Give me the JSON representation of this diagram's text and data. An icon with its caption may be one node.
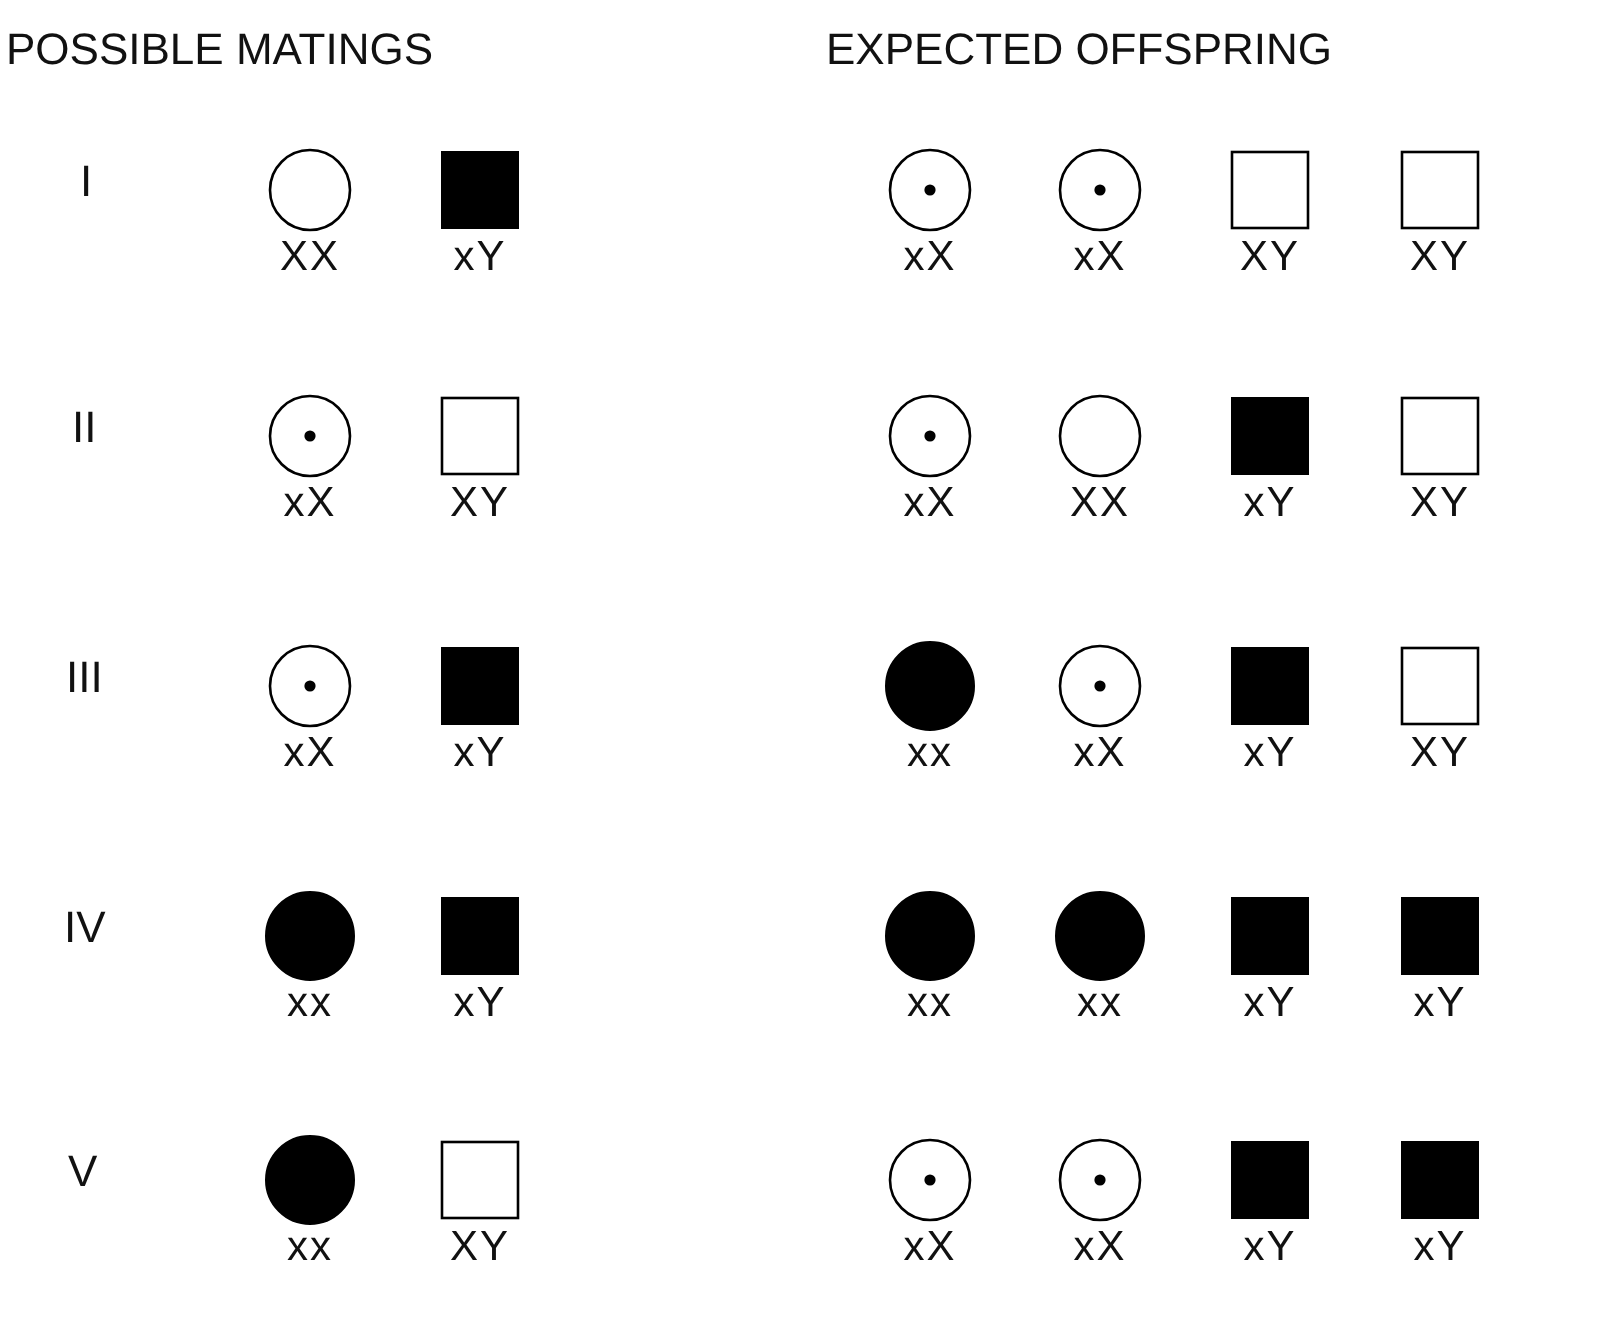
{
  "diagram": {
    "nodes": [
      {
        "text": [],
        "shape": "circle",
        "beside": [
          "XX"
        ]
      },
      {
        "text": [],
        "shape": "filled-square",
        "beside": [
          "xY"
        ]
      },
      {
        "text": [],
        "shape": "dot-circle",
        "beside": [
          "xX"
        ]
      },
      {
        "text": [],
        "shape": "dot-circle",
        "beside": [
          "xX"
        ]
      },
      {
        "text": [],
        "shape": "square",
        "beside": [
          "XY"
        ]
      },
      {
        "text": [],
        "shape": "square",
        "beside": [
          "XY"
        ]
      },
      {
        "text": [],
        "shape": "dot-circle",
        "beside": [
          "xX"
        ]
      },
      {
        "text": [],
        "shape": "square",
        "beside": [
          "XY"
        ]
      },
      {
        "text": [],
        "shape": "dot-circle",
        "beside": [
          "xX"
        ]
      },
      {
        "text": [],
        "shape": "circle",
        "beside": [
          "XX"
        ]
      },
      {
        "text": [],
        "shape": "filled-square",
        "beside": [
          "xY"
        ]
      },
      {
        "text": [],
        "shape": "square",
        "beside": [
          "XY"
        ]
      },
      {
        "text": [],
        "shape": "dot-circle",
        "beside": [
          "xX"
        ]
      },
      {
        "text": [],
        "shape": "filled-square",
        "beside": [
          "xY"
        ]
      },
      {
        "text": [],
        "shape": "filled-circle",
        "beside": [
          "xx"
        ]
      },
      {
        "text": [],
        "shape": "dot-circle",
        "beside": [
          "xX"
        ]
      },
      {
        "text": [],
        "shape": "filled-square",
        "beside": [
          "xY"
        ]
      },
      {
        "text": [],
        "shape": "square",
        "beside": [
          "XY"
        ]
      },
      {
        "text": [],
        "shape": "filled-circle",
        "beside": [
          "xx"
        ]
      },
      {
        "text": [],
        "shape": "filled-square",
        "beside": [
          "xY"
        ]
      },
      {
        "text": [],
        "shape": "filled-circle",
        "beside": [
          "xx"
        ]
      },
      {
        "text": [],
        "shape": "filled-circle",
        "beside": [
          "xx"
        ]
      },
      {
        "text": [],
        "shape": "filled-square",
        "beside": [
          "xY"
        ]
      },
      {
        "text": [],
        "shape": "filled-square",
        "beside": [
          "xY"
        ]
      },
      {
        "text": [],
        "shape": "filled-circle",
        "beside": [
          "xx"
        ]
      },
      {
        "text": [],
        "shape": "square",
        "beside": [
          "XY"
        ]
      },
      {
        "text": [],
        "shape": "dot-circle",
        "beside": [
          "xX"
        ]
      },
      {
        "text": [],
        "shape": "dot-circle",
        "beside": [
          "xX"
        ]
      },
      {
        "text": [],
        "shape": "filled-square",
        "beside": [
          "xY"
        ]
      },
      {
        "text": [],
        "shape": "filled-square",
        "beside": [
          "xY"
        ]
      }
    ],
    "labels": [
      "POSSIBLE MATINGS",
      "EXPECTED OFFSPRING",
      "I",
      "II",
      "III",
      "IV",
      "V"
    ]
  }
}
